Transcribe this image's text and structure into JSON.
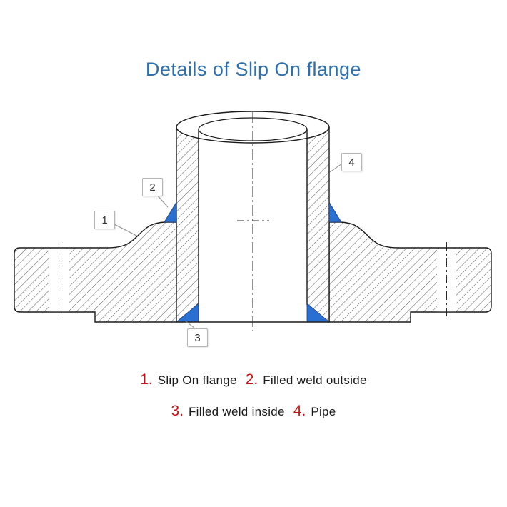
{
  "title": {
    "text": "Details of Slip On flange"
  },
  "colors": {
    "title": "#2d70ab",
    "legend_number": "#cc1111",
    "weld": "#2a6fd2"
  },
  "callouts": [
    {
      "label": "1"
    },
    {
      "label": "2"
    },
    {
      "label": "3"
    },
    {
      "label": "4"
    }
  ],
  "legend": {
    "rows": [
      [
        {
          "num": "1.",
          "label": "Slip On flange"
        },
        {
          "num": "2.",
          "label": "Filled weld outside"
        }
      ],
      [
        {
          "num": "3.",
          "label": "Filled weld inside"
        },
        {
          "num": "4.",
          "label": "Pipe"
        }
      ]
    ]
  }
}
